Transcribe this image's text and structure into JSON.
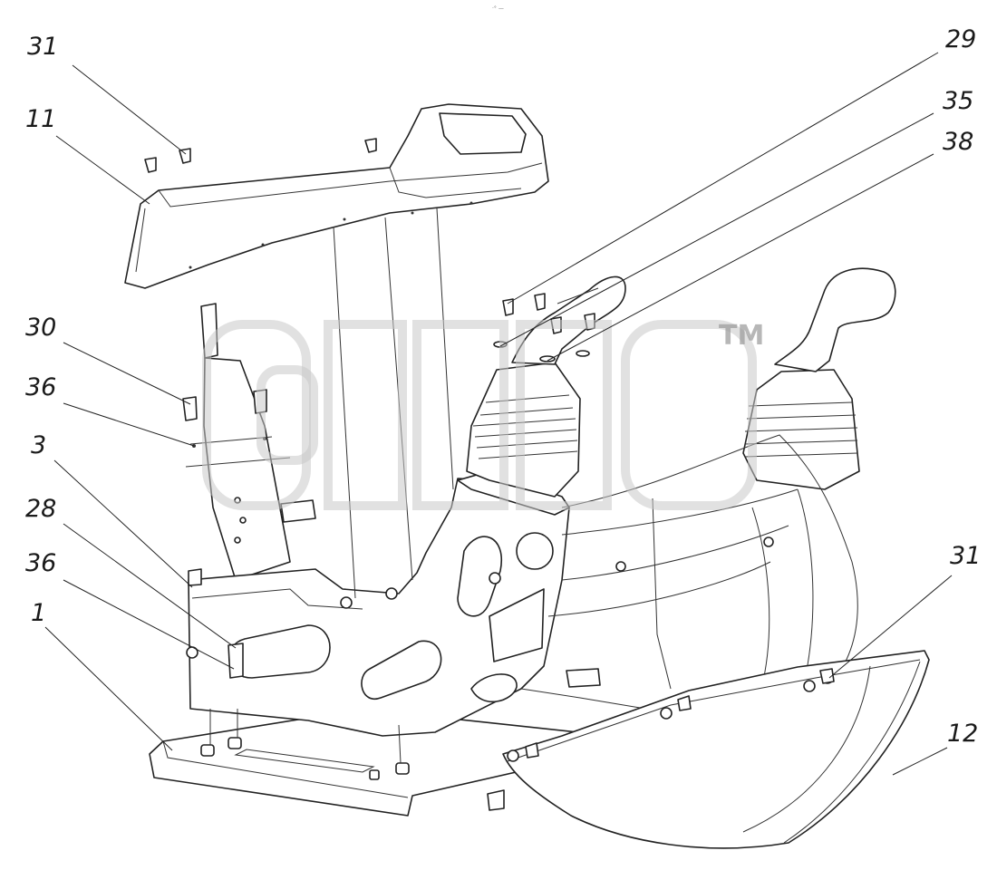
{
  "header": {
    "caption": "·° —"
  },
  "watermark": {
    "text": "СИТЕХ",
    "trademark": "TM"
  },
  "callouts": [
    {
      "id": "c-31-top",
      "label": "31"
    },
    {
      "id": "c-11",
      "label": "11"
    },
    {
      "id": "c-29",
      "label": "29"
    },
    {
      "id": "c-35",
      "label": "35"
    },
    {
      "id": "c-38",
      "label": "38"
    },
    {
      "id": "c-30",
      "label": "30"
    },
    {
      "id": "c-36-top",
      "label": "36"
    },
    {
      "id": "c-3",
      "label": "3"
    },
    {
      "id": "c-28",
      "label": "28"
    },
    {
      "id": "c-36-bottom",
      "label": "36"
    },
    {
      "id": "c-1",
      "label": "1"
    },
    {
      "id": "c-31-right",
      "label": "31"
    },
    {
      "id": "c-12",
      "label": "12"
    }
  ]
}
